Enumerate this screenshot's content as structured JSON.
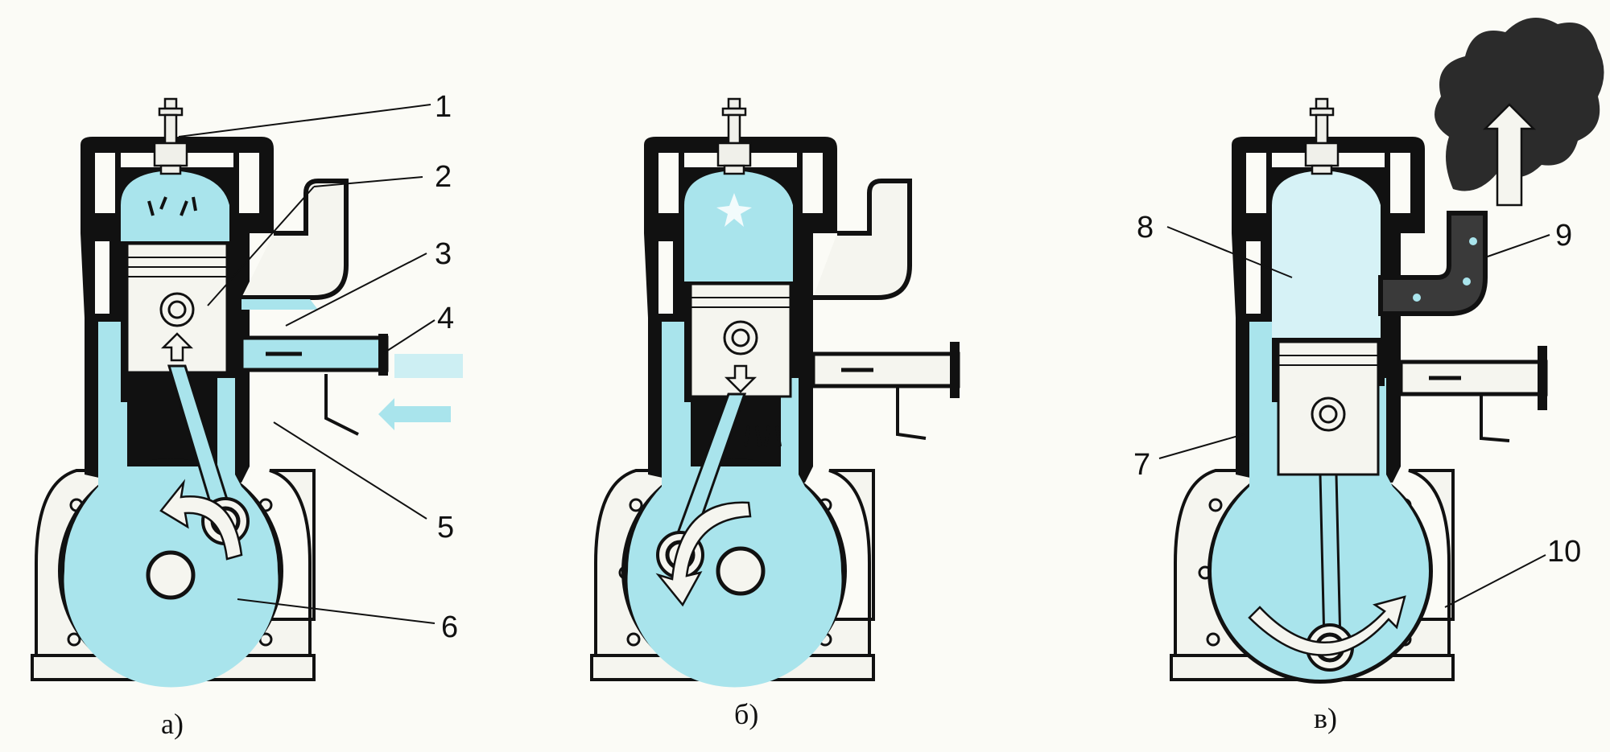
{
  "diagram": {
    "panels": [
      {
        "id": "a",
        "caption": "а)"
      },
      {
        "id": "b",
        "caption": "б)"
      },
      {
        "id": "v",
        "caption": "в)"
      }
    ],
    "callouts": [
      {
        "id": "1",
        "label": "1"
      },
      {
        "id": "2",
        "label": "2"
      },
      {
        "id": "3",
        "label": "3"
      },
      {
        "id": "4",
        "label": "4"
      },
      {
        "id": "5",
        "label": "5"
      },
      {
        "id": "6",
        "label": "6"
      },
      {
        "id": "7",
        "label": "7"
      },
      {
        "id": "8",
        "label": "8"
      },
      {
        "id": "9",
        "label": "9"
      },
      {
        "id": "10",
        "label": "10"
      }
    ],
    "colors": {
      "mixture": "#a9e4ec",
      "metal": "#111111",
      "part": "#f5f5ef",
      "exhaust": "#2b2b2b"
    }
  }
}
